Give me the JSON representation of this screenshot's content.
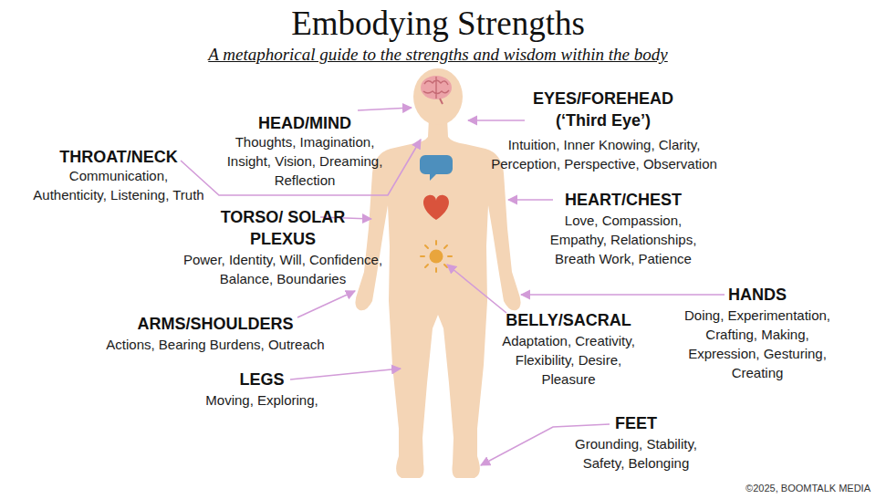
{
  "diagram": {
    "title": "Embodying Strengths",
    "caption": "A metaphorical guide to the strengths and wisdom within the body",
    "labels": [
      "HEAD/MIND",
      "Thoughts, Imagination, Insight, Vision, Dreaming, Reflection",
      "EYES/FOREHEAD (‘Third Eye’)",
      "Intuition, Inner Knowing, Clarity, Perception, Perspective, Observation",
      "THROAT/NECK",
      "Communication, Authenticity, Listening, Truth",
      "TORSO/ SOLAR PLEXUS",
      "Power, Identity, Will, Confidence, Balance, Boundaries",
      "HEART/CHEST",
      "Love, Compassion, Empathy, Relationships, Breath Work, Patience",
      "HANDS",
      "Doing, Experimentation, Crafting, Making, Expression, Gesturing, Creating",
      "ARMS/SHOULDERS",
      "Actions, Bearing Burdens, Outreach",
      "BELLY/SACRAL",
      "Adaptation, Creativity, Flexibility, Desire, Pleasure",
      "LEGS",
      "Moving, Exploring,",
      "FEET",
      "Grounding, Stability, Safety, Belonging",
      "©2025, BOOMTALK MEDIA"
    ]
  }
}
